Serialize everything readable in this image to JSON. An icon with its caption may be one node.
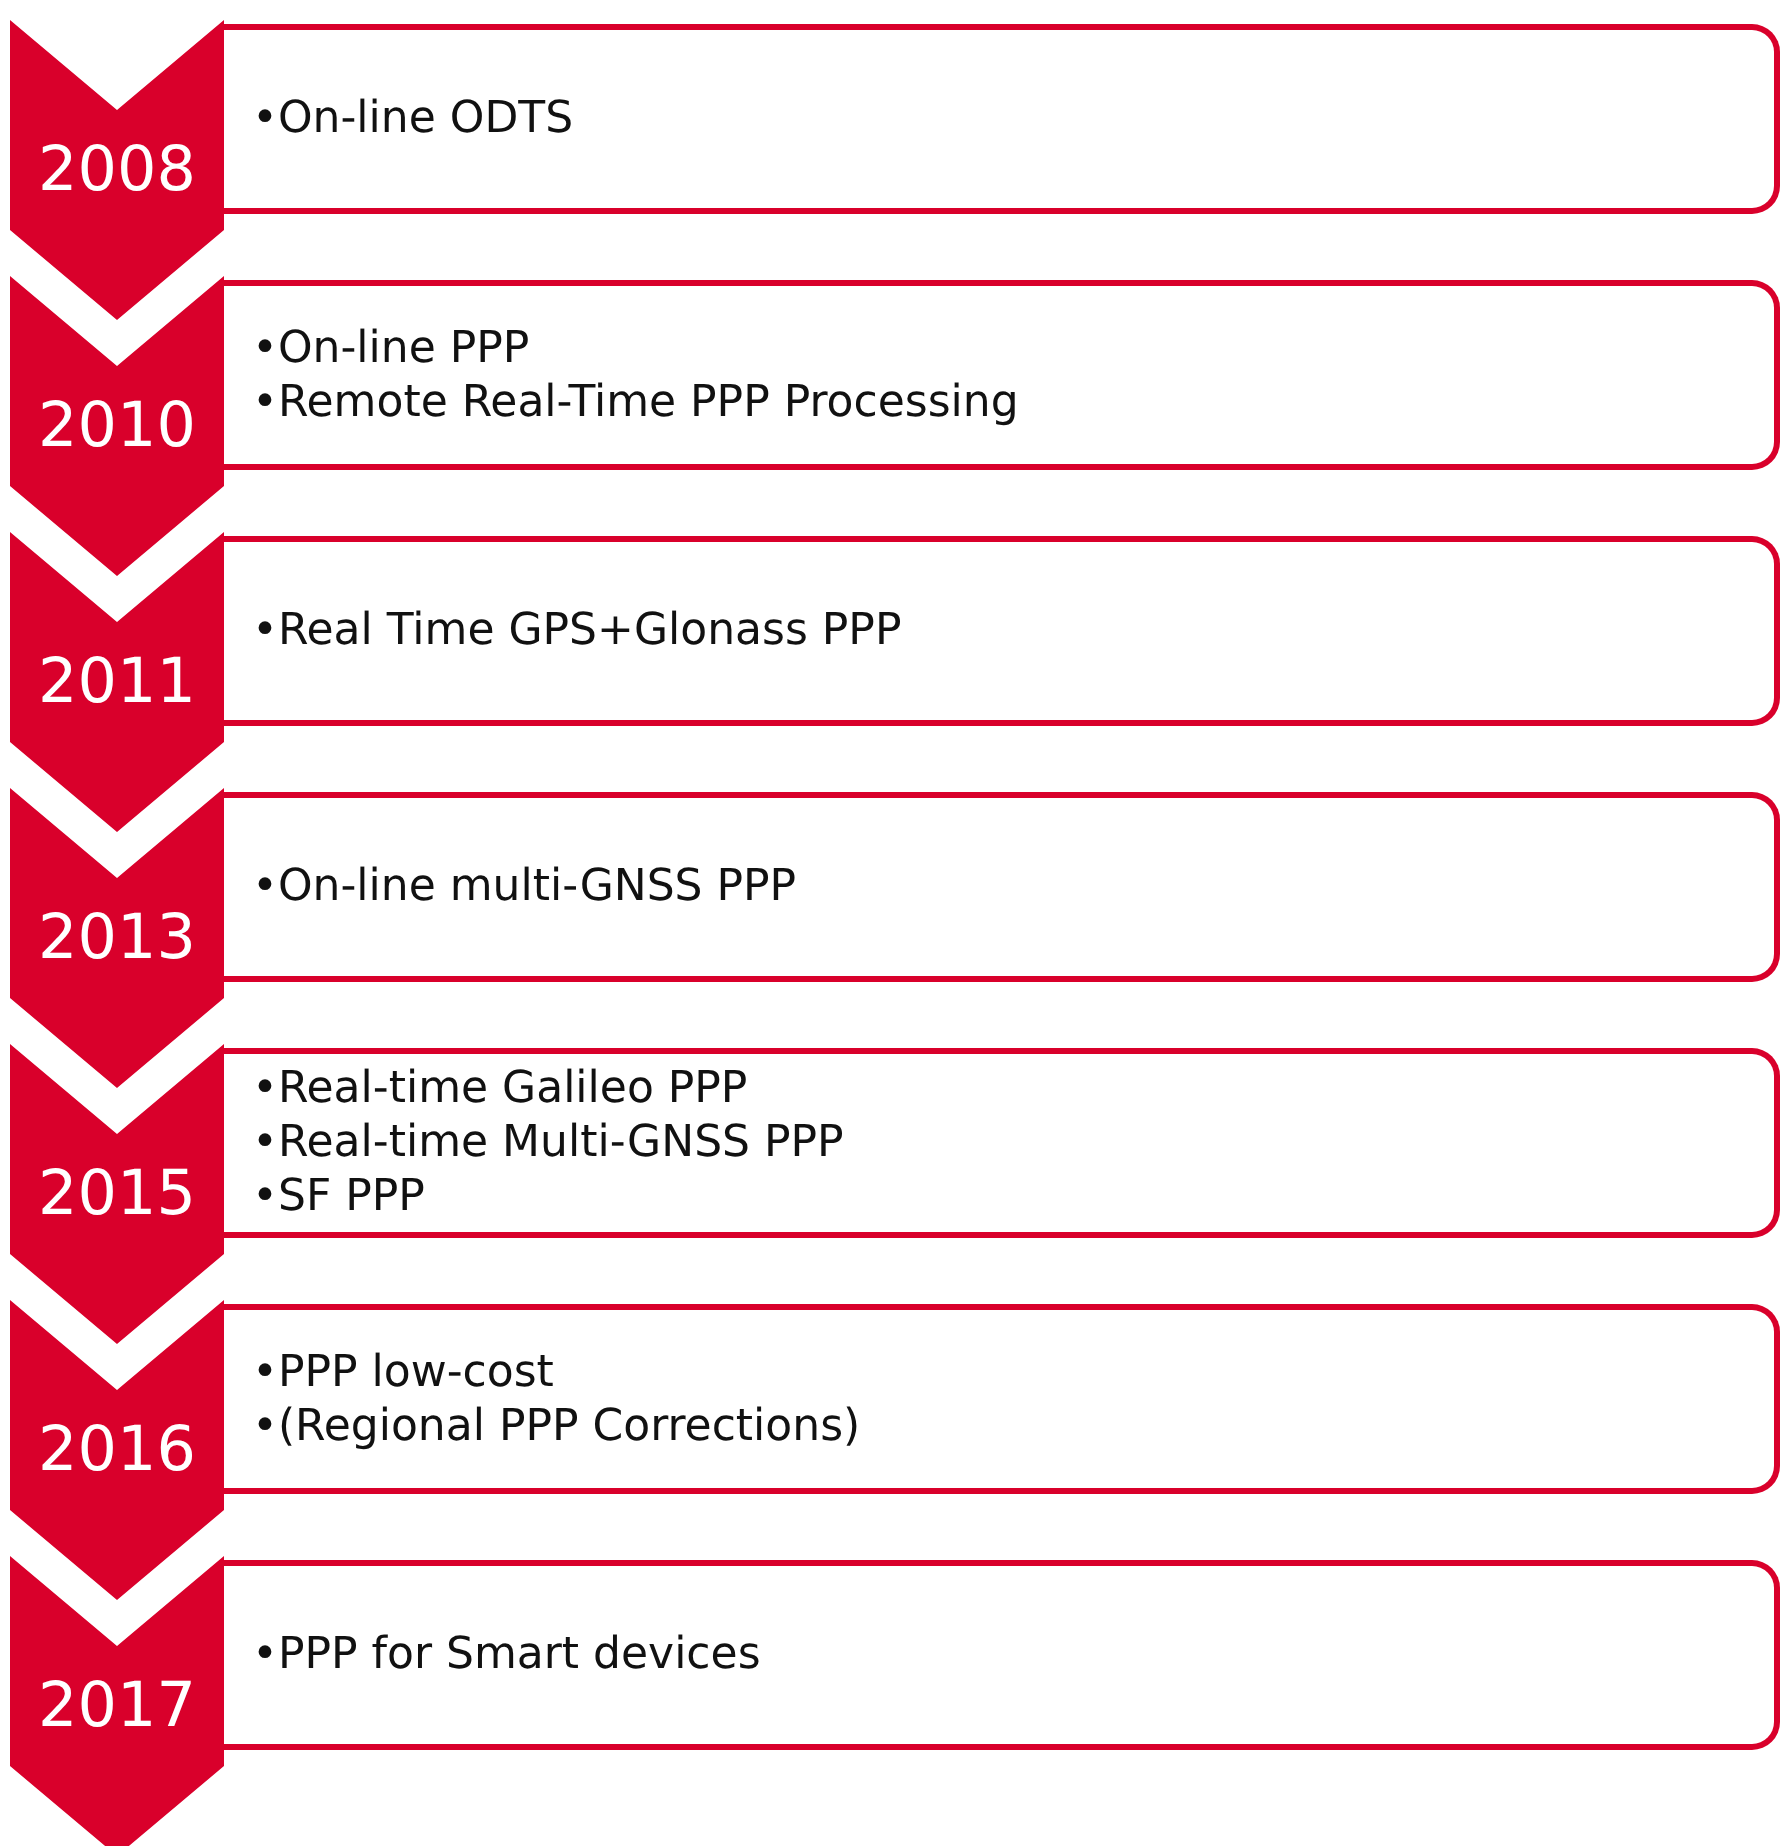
{
  "diagram": {
    "nodes": [
      {
        "text": [
          "2008"
        ]
      },
      {
        "text": [
          "•On-line ODTS"
        ]
      },
      {
        "text": [
          "2010"
        ]
      },
      {
        "text": [
          "•On-line PPP",
          "•Remote Real-Time PPP Processing"
        ]
      },
      {
        "text": [
          "2011"
        ]
      },
      {
        "text": [
          "•Real Time GPS+Glonass PPP"
        ]
      },
      {
        "text": [
          "2013"
        ]
      },
      {
        "text": [
          "•On-line multi-GNSS PPP"
        ]
      },
      {
        "text": [
          "2015"
        ]
      },
      {
        "text": [
          "•Real-time Galileo PPP",
          "•Real-time Multi-GNSS PPP",
          "•SF PPP"
        ]
      },
      {
        "text": [
          "2016"
        ]
      },
      {
        "text": [
          "•PPP low-cost",
          "•(Regional PPP Corrections)"
        ]
      },
      {
        "text": [
          "2017"
        ]
      },
      {
        "text": [
          "•PPP for Smart devices"
        ]
      }
    ]
  }
}
